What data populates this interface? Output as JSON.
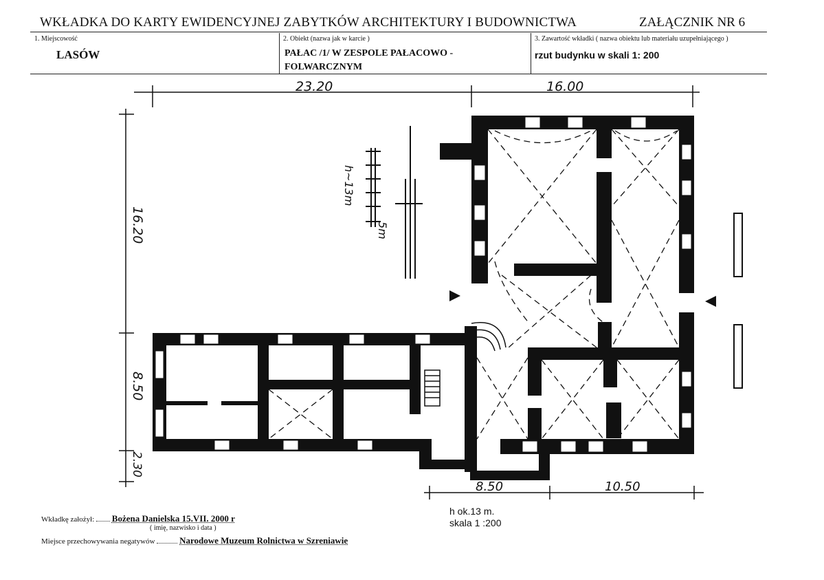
{
  "header": {
    "title": "WKŁADKA DO KARTY EWIDENCYJNEJ ZABYTKÓW ARCHITEKTURY I BUDOWNICTWA",
    "annex": "ZAŁĄCZNIK NR  6"
  },
  "fields": [
    {
      "label": "1. Miejscowość",
      "value": "LASÓW"
    },
    {
      "label": "2.   Obiekt (nazwa jak w karcie )",
      "value": "PAŁAC /1/ W ZESPOLE PAŁACOWO - FOLWARCZNYM"
    },
    {
      "label": "3. Zawartość wkładki ( nazwa obiektu lub materiału uzupełniającego )",
      "value": "rzut budynku w skali 1: 200"
    }
  ],
  "drawing": {
    "dims_top": [
      "23.20",
      "16.00"
    ],
    "dims_left": [
      "16.20",
      "8.50",
      "2.30"
    ],
    "dims_bottom": [
      "8.50",
      "10.50"
    ],
    "height_note": "h~13m",
    "scale_bar_label": "5m"
  },
  "notes": {
    "height": "h ok.13 m.",
    "scale": "skala 1 :200"
  },
  "footer": {
    "author_label": "Wkładkę założył:",
    "author_value": "Bożena Danielska  15.VII. 2000 r",
    "author_hint": "( imię, nazwisko i data )",
    "storage_label": "Miejsce przechowywania negatywów",
    "storage_value": "Narodowe Muzeum Rolnictwa w Szreniawie"
  }
}
